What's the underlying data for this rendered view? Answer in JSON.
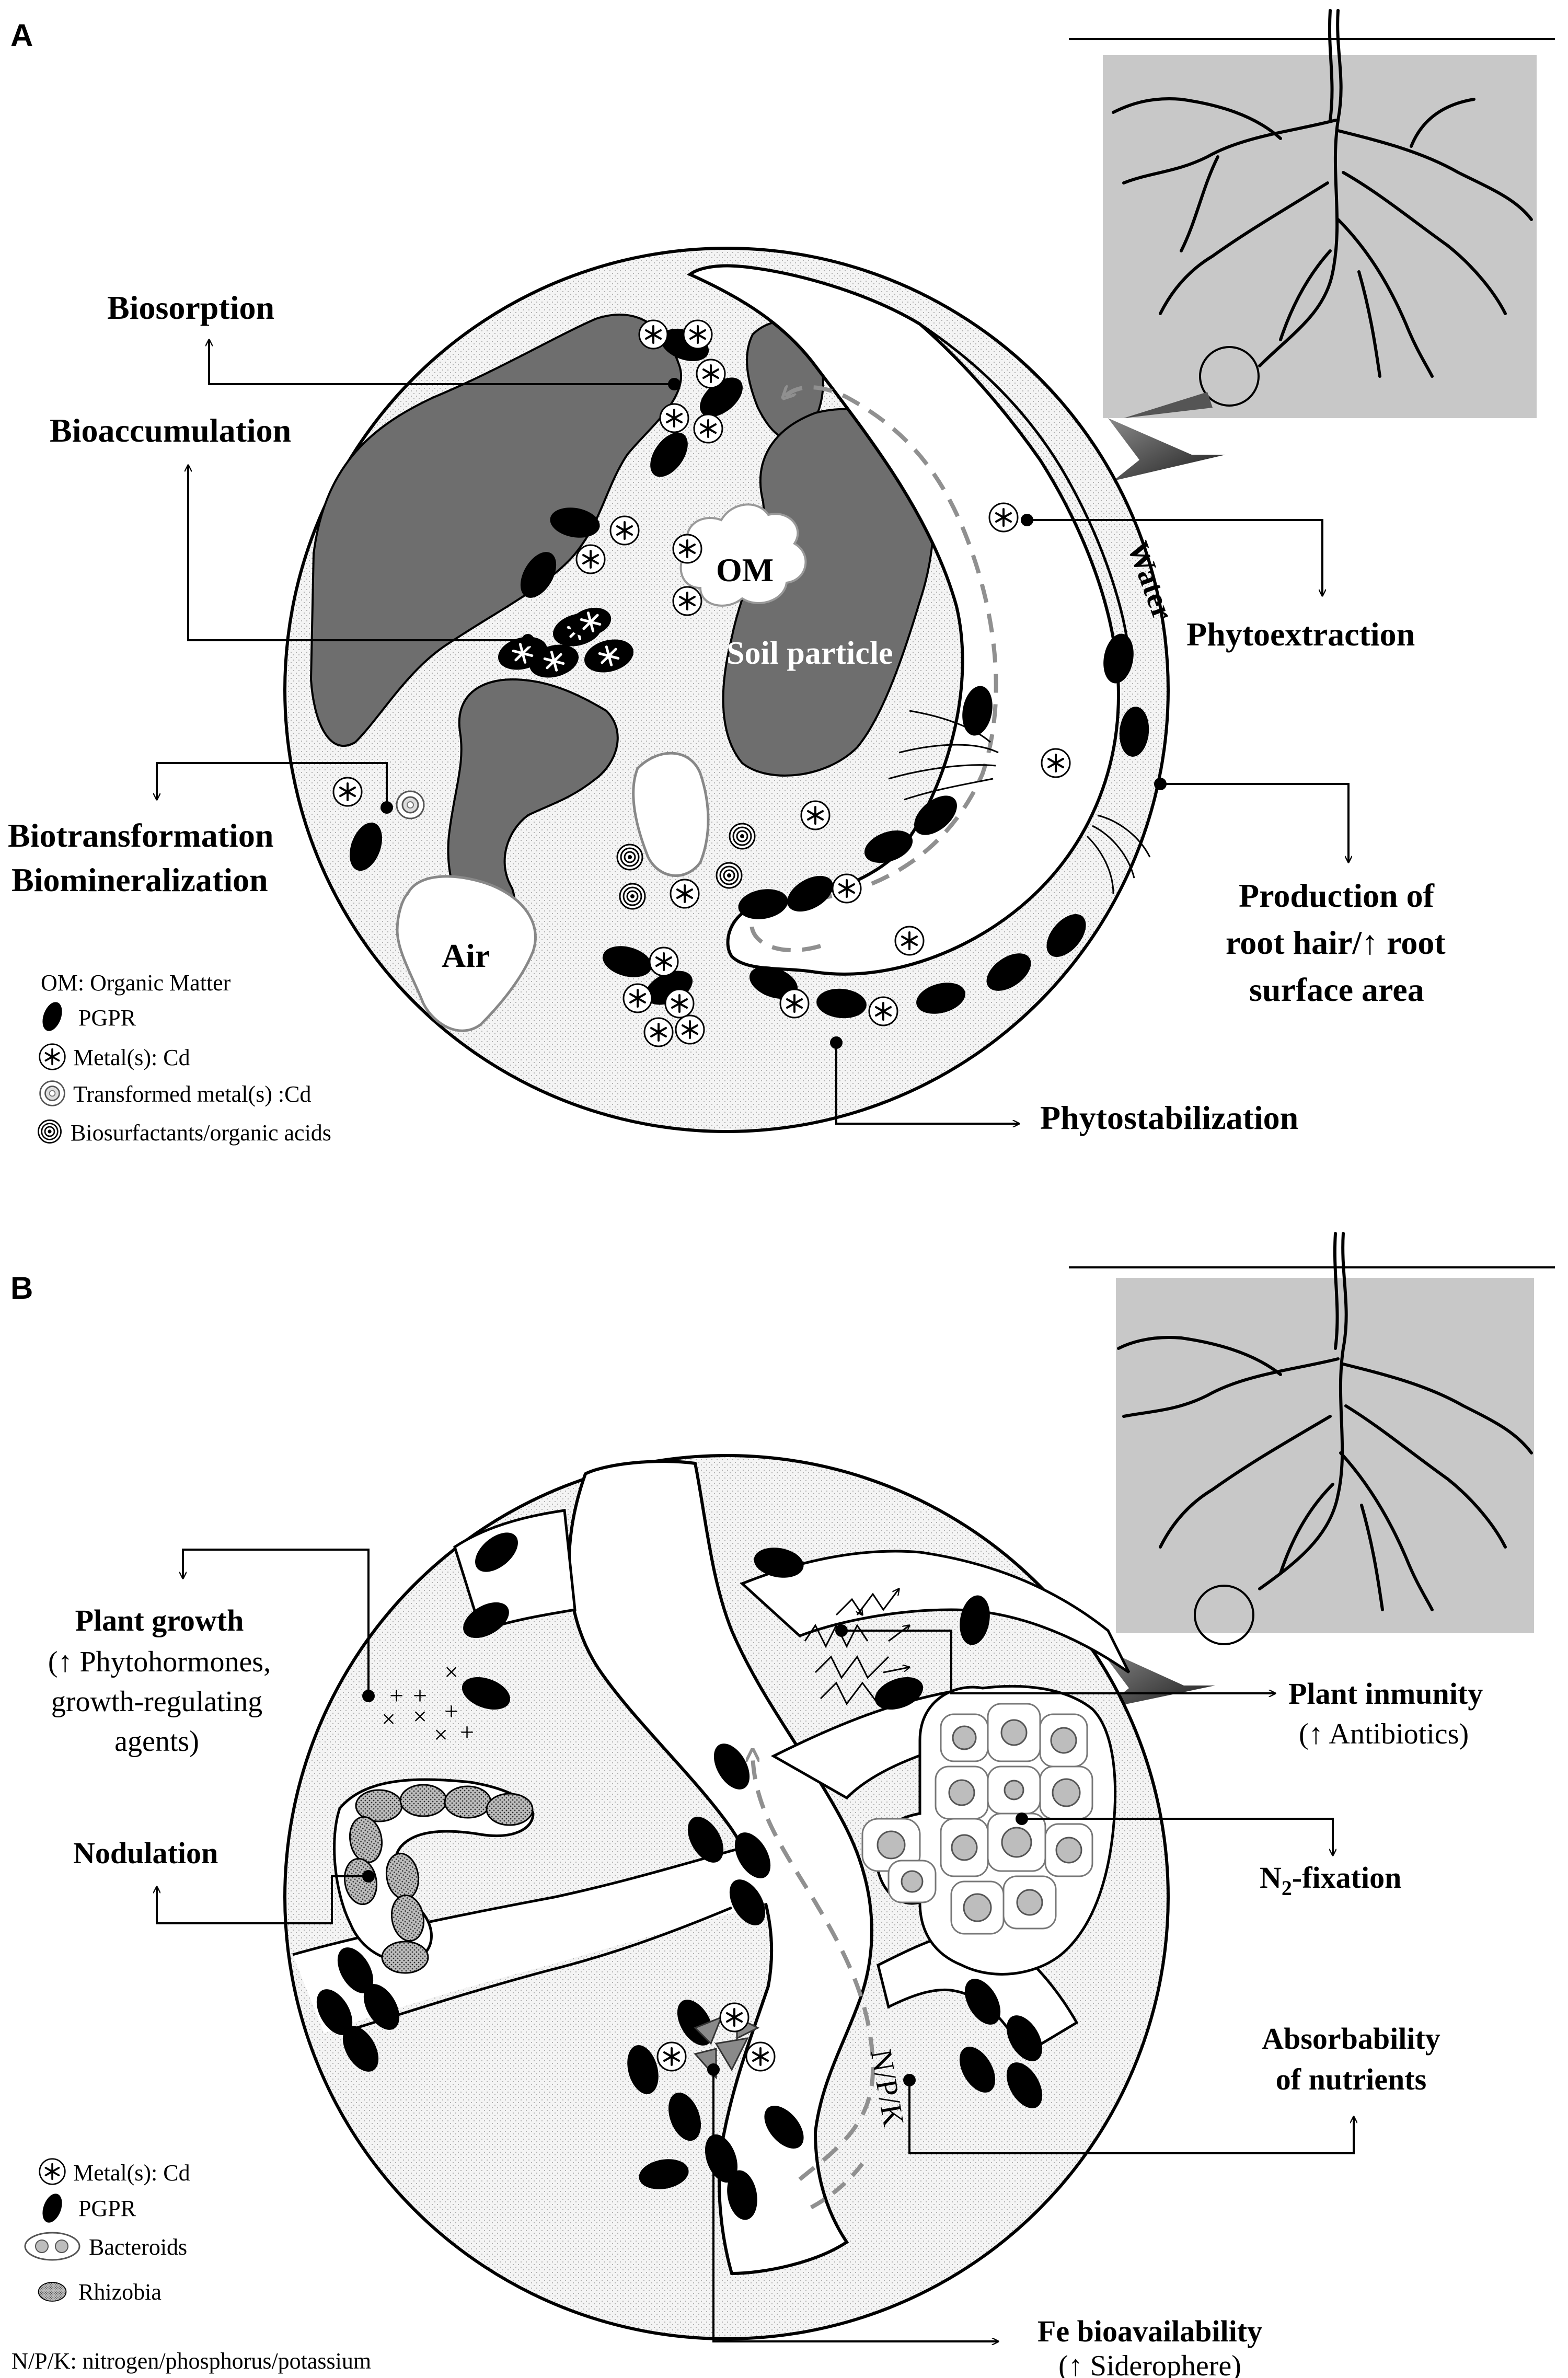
{
  "panel_a": {
    "letter": "A",
    "labels": {
      "biosorption": "Biosorption",
      "bioaccumulation": "Bioaccumulation",
      "biotransformation": "Biotransformation",
      "biomineralization": "Biomineralization",
      "phytoextraction": "Phytoextraction",
      "root_hair_1": "Production of",
      "root_hair_2": "root hair/↑ root",
      "root_hair_3": "surface area",
      "phytostabilization": "Phytostabilization",
      "om": "OM",
      "soil_particle": "Soil particle",
      "air": "Air",
      "water": "Water"
    },
    "legend": [
      {
        "icon": "om",
        "text": "OM: Organic Matter"
      },
      {
        "icon": "pgpr",
        "text": "PGPR"
      },
      {
        "icon": "metal",
        "text": "Metal(s): Cd"
      },
      {
        "icon": "transformed-metal",
        "text": "Transformed metal(s) :Cd"
      },
      {
        "icon": "biosurfactant",
        "text": "Biosurfactants/organic acids"
      }
    ]
  },
  "panel_b": {
    "letter": "B",
    "labels": {
      "plant_growth_1": "Plant growth",
      "plant_growth_2": "(↑ Phytohormones,",
      "plant_growth_3": "growth-regulating",
      "plant_growth_4": "agents)",
      "nodulation": "Nodulation",
      "plant_immunity_1": "Plant inmunity",
      "plant_immunity_2": "(↑ Antibiotics)",
      "n2_fixation_n": "N",
      "n2_fixation_sub": "2",
      "n2_fixation_rest": "-fixation",
      "absorb_1": "Absorbability",
      "absorb_2": "of nutrients",
      "fe_1": "Fe bioavailability",
      "fe_2": "(↑ Siderophere)",
      "npk": "N/P/K"
    },
    "legend": [
      {
        "icon": "metal",
        "text": "Metal(s): Cd"
      },
      {
        "icon": "pgpr",
        "text": "PGPR"
      },
      {
        "icon": "bacteroids",
        "text": "Bacteroids"
      },
      {
        "icon": "rhizobia",
        "text": "Rhizobia"
      }
    ],
    "footnote": "N/P/K: nitrogen/phosphorus/potassium"
  },
  "colors": {
    "soil_particle": "#6e6e6e",
    "background_soil": "#ececec",
    "root_box": "#c8c8c8",
    "dashed_flow": "#909090"
  }
}
